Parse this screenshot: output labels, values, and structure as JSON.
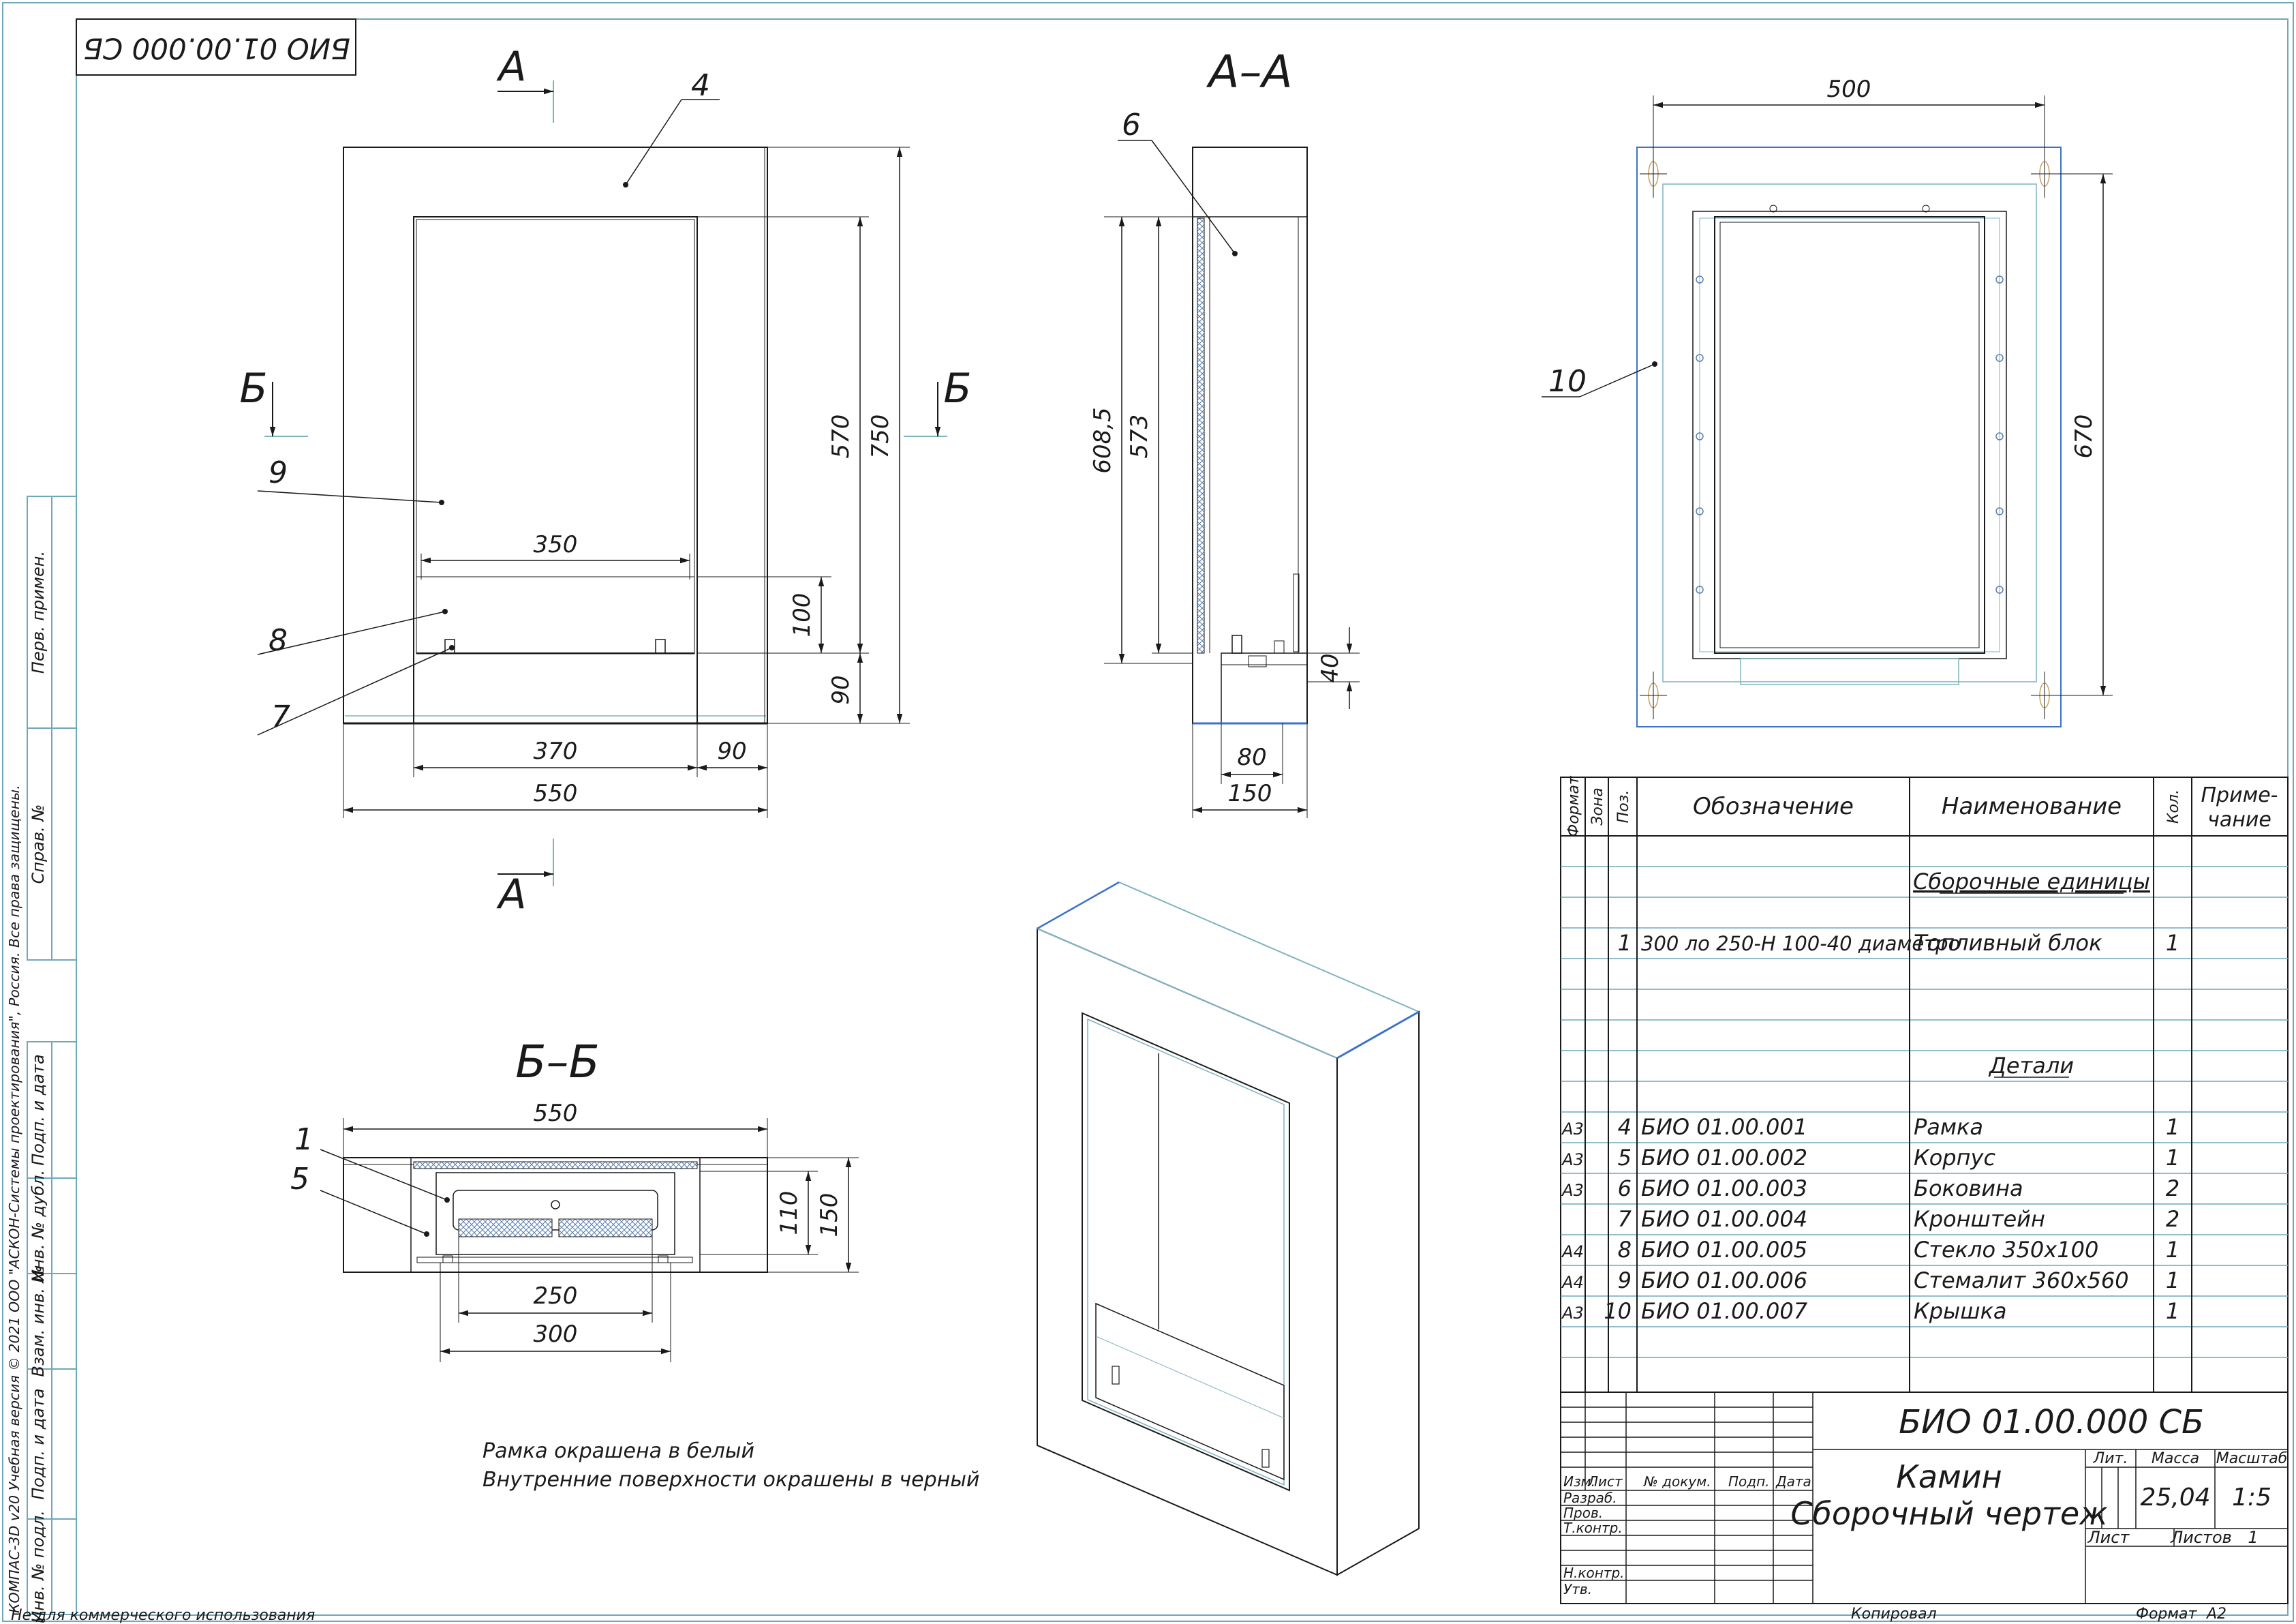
{
  "stamp": {
    "code_rotated": "БИО 01.00.000 СБ"
  },
  "views": {
    "section_a": "А",
    "section_b": "Б",
    "section_aa_title": "А–А",
    "section_bb_title": "Б–Б"
  },
  "dimensions": {
    "front": {
      "d350": "350",
      "d100": "100",
      "d570": "570",
      "d750": "750",
      "d90_right": "90",
      "d370": "370",
      "d90_bottom": "90",
      "d550": "550"
    },
    "side": {
      "d608": "608,5",
      "d573": "573",
      "d40": "40",
      "d80": "80",
      "d150": "150"
    },
    "back": {
      "d500": "500",
      "d670": "670"
    },
    "bb": {
      "d550": "550",
      "d110": "110",
      "d150": "150",
      "d250": "250",
      "d300": "300"
    }
  },
  "callouts": {
    "p1": "1",
    "p4": "4",
    "p5": "5",
    "p6": "6",
    "p7": "7",
    "p8": "8",
    "p9": "9",
    "p10": "10"
  },
  "notes": [
    "Рамка окрашена в белый",
    "Внутренние поверхности окрашены в черный"
  ],
  "spec": {
    "headers": {
      "format": "Формат",
      "zone": "Зона",
      "pos": "Поз.",
      "designation": "Обозначение",
      "name": "Наименование",
      "qty": "Кол.",
      "note1": "Приме-",
      "note2": "чание"
    },
    "sections": {
      "assembly": "Сборочные единицы",
      "details": "Детали"
    },
    "assembly_rows": [
      {
        "format": "",
        "pos": "1",
        "designation": "300 ло 250-Н 100-40 диаметро",
        "name": "Топливный блок",
        "qty": "1"
      }
    ],
    "detail_rows": [
      {
        "format": "А3",
        "pos": "4",
        "designation": "БИО 01.00.001",
        "name": "Рамка",
        "qty": "1"
      },
      {
        "format": "А3",
        "pos": "5",
        "designation": "БИО 01.00.002",
        "name": "Корпус",
        "qty": "1"
      },
      {
        "format": "А3",
        "pos": "6",
        "designation": "БИО 01.00.003",
        "name": "Боковина",
        "qty": "2"
      },
      {
        "format": "",
        "pos": "7",
        "designation": "БИО 01.00.004",
        "name": "Кронштейн",
        "qty": "2"
      },
      {
        "format": "А4",
        "pos": "8",
        "designation": "БИО 01.00.005",
        "name": "Стекло  350х100",
        "qty": "1"
      },
      {
        "format": "А4",
        "pos": "9",
        "designation": "БИО 01.00.006",
        "name": "Стемалит 360х560",
        "qty": "1"
      },
      {
        "format": "А3",
        "pos": "10",
        "designation": "БИО 01.00.007",
        "name": "Крышка",
        "qty": "1"
      }
    ]
  },
  "title_block": {
    "code": "БИО 01.00.000 СБ",
    "name1": "Камин",
    "name2": "Сборочный чертеж",
    "lit_label": "Лит.",
    "mass_label": "Масса",
    "scale_label": "Масштаб",
    "mass": "25,04",
    "scale": "1:5",
    "sheet_label": "Лист",
    "sheets_label": "Листов",
    "sheets": "1",
    "col_izm": "Изм.",
    "col_list": "Лист",
    "col_doc": "№ докум.",
    "col_sign": "Подп.",
    "col_date": "Дата",
    "razrab": "Разраб.",
    "prov": "Пров.",
    "tkontr": "Т.контр.",
    "nkontr": "Н.контр.",
    "utv": "Утв.",
    "copied": "Копировал",
    "format_label": "Формат",
    "format": "А2"
  },
  "left_strip": {
    "perv": "Перв. примен.",
    "sprav": "Справ. №",
    "podp1": "Подп. и дата",
    "inv_dubl": "Инв. № дубл.",
    "vzam": "Взам. инв. №",
    "podp2": "Подп. и дата",
    "inv_podl": "Инв. № подл.",
    "kompas": "КОМПАС-3D v20 Учебная версия © 2021 ООО \"АСКОН-Системы проектирования\", Россия. Все права защищены."
  },
  "footer": {
    "noncommercial": "Не для коммерческого использования"
  },
  "colors": {
    "frame": "#6fa8b8",
    "line": "#1a1a1a",
    "blue_edge": "#3c73c8",
    "light": "#7fb3c0"
  }
}
